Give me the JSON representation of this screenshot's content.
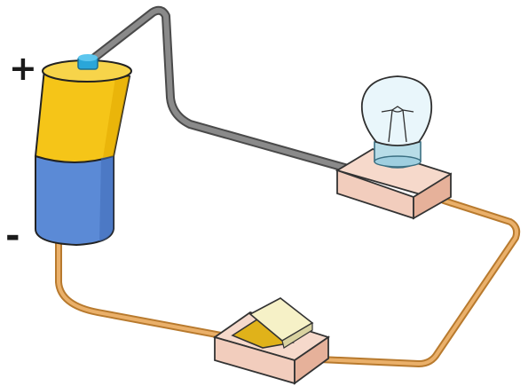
{
  "diagram": {
    "type": "simple-electric-circuit",
    "components": [
      "battery",
      "light-bulb",
      "switch"
    ],
    "battery": {
      "positive_label": "+",
      "negative_label": "-",
      "top_color": "#f5c518",
      "bottom_color": "#5b8ad6",
      "cap_color": "#2aa6d9"
    },
    "wires": {
      "positive_wire_color": "#6f6f6f",
      "return_wire_color": "#e7a349"
    },
    "switch": {
      "state": "open"
    },
    "bulb": {
      "state": "off"
    },
    "base_color": "#f2cdbd"
  }
}
